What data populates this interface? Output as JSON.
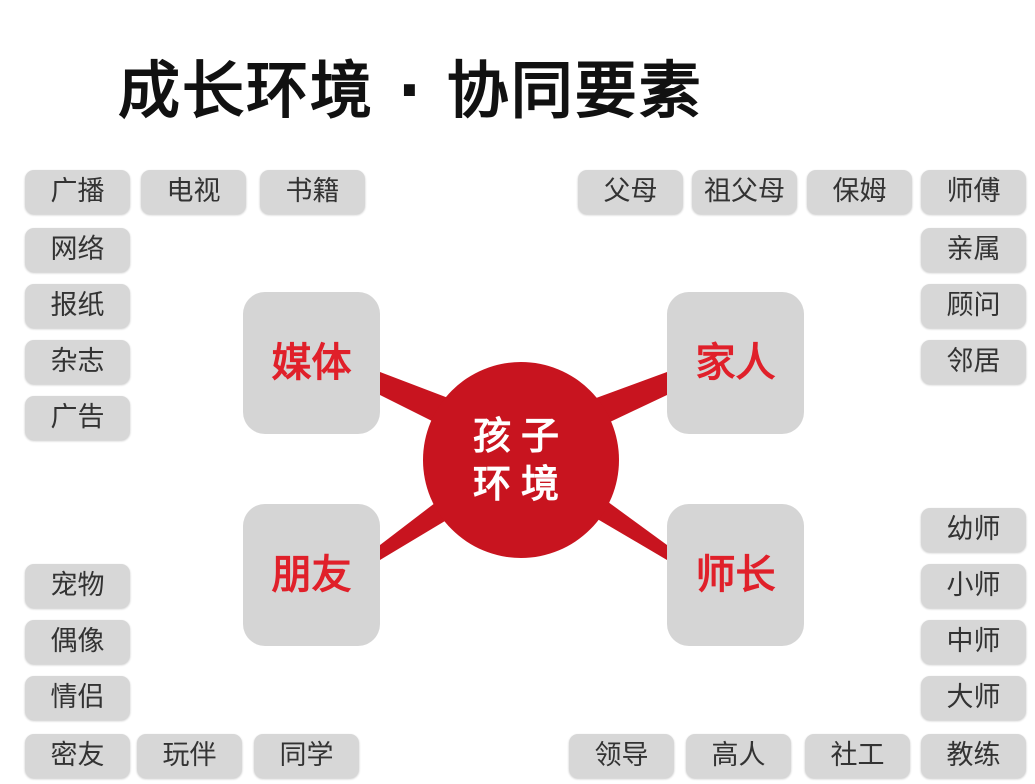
{
  "title": "成长环境 · 协同要素",
  "center": {
    "line1": "孩子",
    "line2": "环境",
    "color": "#c8141f"
  },
  "categories": {
    "media": "媒体",
    "family": "家人",
    "friends": "朋友",
    "teachers": "师长"
  },
  "media_items": [
    "广播",
    "电视",
    "书籍",
    "网络",
    "报纸",
    "杂志",
    "广告"
  ],
  "family_items": [
    "父母",
    "祖父母",
    "保姆",
    "师傅",
    "亲属",
    "顾问",
    "邻居"
  ],
  "teacher_items": [
    "幼师",
    "小师",
    "中师",
    "大师",
    "领导",
    "高人",
    "社工",
    "教练"
  ],
  "friend_items": [
    "宠物",
    "偶像",
    "情侣",
    "密友",
    "玩伴",
    "同学"
  ]
}
